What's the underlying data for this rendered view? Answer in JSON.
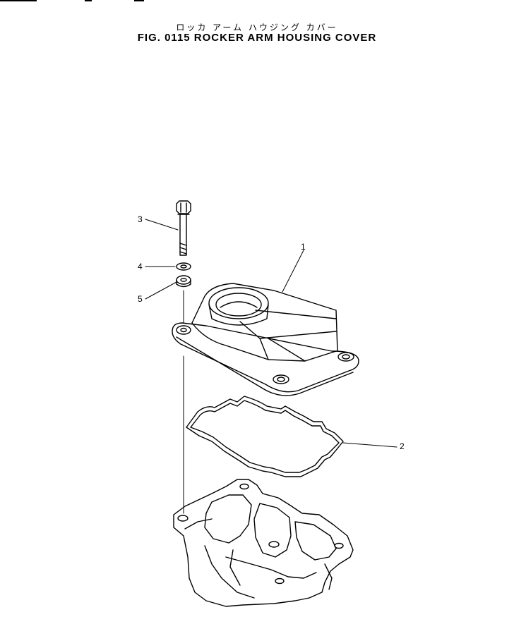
{
  "title_jp": "ロッカ アーム ハウジング カバー",
  "title_en": "FIG. 0115  ROCKER ARM HOUSING COVER",
  "callouts": [
    "1",
    "2",
    "3",
    "4",
    "5"
  ],
  "colors": {
    "ink": "#000000",
    "paper": "#ffffff"
  }
}
